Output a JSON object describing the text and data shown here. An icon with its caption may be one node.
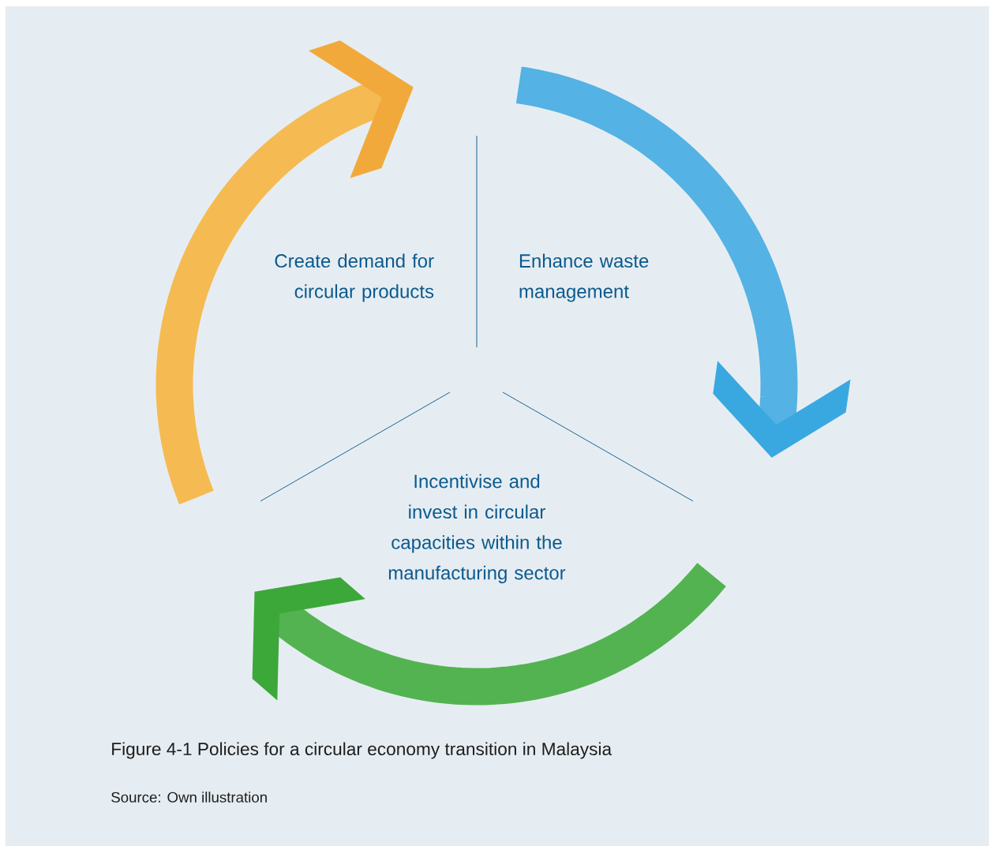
{
  "diagram": {
    "caption": "Figure 4-1  Policies for a circular economy transition in Malaysia",
    "nodes": [
      {
        "text": [
          "Create demand for circular products"
        ]
      },
      {
        "text": [
          "Enhance waste management"
        ]
      },
      {
        "text": [
          "Incentivise and invest in circular capacities within the manufacturing sector"
        ]
      }
    ],
    "labels": [
      "Source: Own illustration"
    ]
  }
}
